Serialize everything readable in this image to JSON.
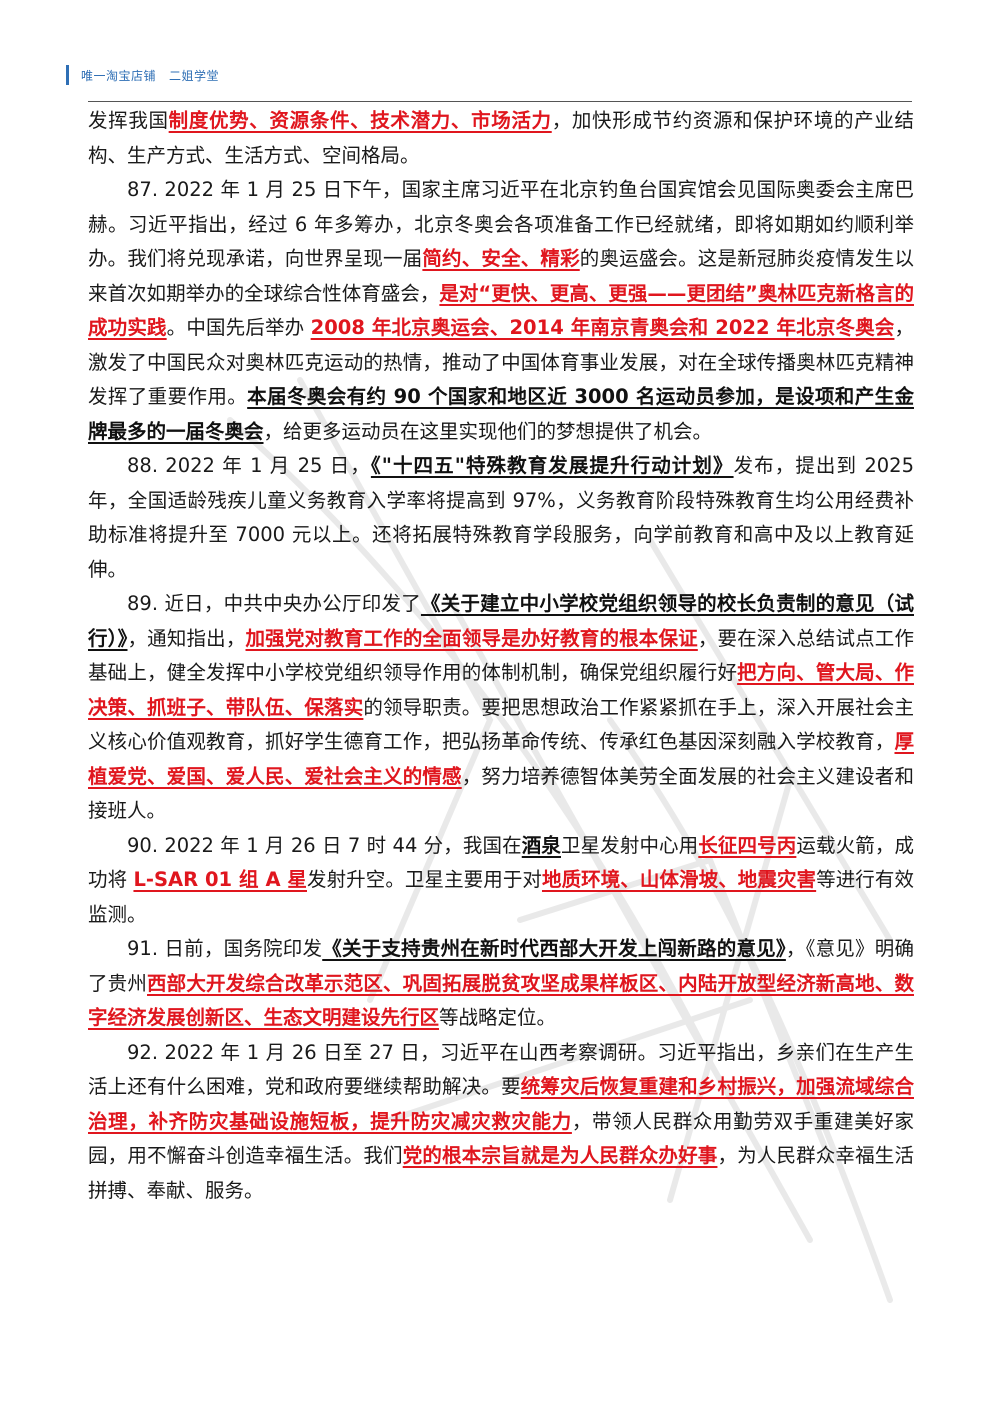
{
  "header": {
    "text": "唯一淘宝店铺   二姐学堂"
  },
  "colors": {
    "accent_blue": "#2f6fb5",
    "emphasis_red": "#e0161e",
    "text": "#1a1a1a"
  },
  "paragraphs": [
    {
      "indent": false,
      "runs": [
        {
          "t": "发挥我国"
        },
        {
          "t": "制度优势、资源条件、技术潜力、市场活力",
          "s": "r"
        },
        {
          "t": "，加快形成节约资源和保护环境的产业结构、生产方式、生活方式、空间格局。"
        }
      ]
    },
    {
      "indent": true,
      "runs": [
        {
          "t": "87. 2022 年 1 月 25 日下午，国家主席习近平在北京钓鱼台国宾馆会见国际奥委会主席巴赫。习近平指出，经过 6 年多筹办，北京冬奥会各项准备工作已经就绪，即将如期如约顺利举办。我们将兑现承诺，向世界呈现一届"
        },
        {
          "t": "简约、安全、精彩",
          "s": "r"
        },
        {
          "t": "的奥运盛会。这是新冠肺炎疫情发生以来首次如期举办的全球综合性体育盛会，"
        },
        {
          "t": "是对“更快、更高、更强——更团结”奥林匹克新格言的成功实践",
          "s": "r"
        },
        {
          "t": "。中国先后举办 "
        },
        {
          "t": "2008 年北京奥运会、2014 年南京青奥会和 2022 年北京冬奥会",
          "s": "r"
        },
        {
          "t": "，激发了中国民众对奥林匹克运动的热情，推动了中国体育事业发展，对在全球传播奥林匹克精神发挥了重要作用。"
        },
        {
          "t": "本届冬奥会有约 90 个国家和地区近 3000 名运动员参加，是设项和产生金牌最多的一届冬奥会",
          "s": "b"
        },
        {
          "t": "，给更多运动员在这里实现他们的梦想提供了机会。"
        }
      ]
    },
    {
      "indent": true,
      "runs": [
        {
          "t": "88. 2022 年 1 月 25 日，"
        },
        {
          "t": "《\"十四五\"特殊教育发展提升行动计划》",
          "s": "b"
        },
        {
          "t": "发布，提出到 2025 年，全国适龄残疾儿童义务教育入学率将提高到 97%，义务教育阶段特殊教育生均公用经费补助标准将提升至 7000 元以上。还将拓展特殊教育学段服务，向学前教育和高中及以上教育延伸。"
        }
      ]
    },
    {
      "indent": true,
      "runs": [
        {
          "t": "89. 近日，中共中央办公厅印发了"
        },
        {
          "t": "《关于建立中小学校党组织领导的校长负责制的意见（试行）》",
          "s": "b"
        },
        {
          "t": "，通知指出，"
        },
        {
          "t": "加强党对教育工作的全面领导是办好教育的根本保证",
          "s": "r"
        },
        {
          "t": "，要在深入总结试点工作基础上，健全发挥中小学校党组织领导作用的体制机制，确保党组织履行好"
        },
        {
          "t": "把方向、管大局、作决策、抓班子、带队伍、保落实",
          "s": "r"
        },
        {
          "t": "的领导职责。要把思想政治工作紧紧抓在手上，深入开展社会主义核心价值观教育，抓好学生德育工作，把弘扬革命传统、传承红色基因深刻融入学校教育，"
        },
        {
          "t": "厚植爱党、爱国、爱人民、爱社会主义的情感",
          "s": "r"
        },
        {
          "t": "，努力培养德智体美劳全面发展的社会主义建设者和接班人。"
        }
      ]
    },
    {
      "indent": true,
      "runs": [
        {
          "t": "90. 2022 年 1 月 26 日 7 时 44 分，我国在"
        },
        {
          "t": "酒泉",
          "s": "b"
        },
        {
          "t": "卫星发射中心用"
        },
        {
          "t": "长征四号丙",
          "s": "r"
        },
        {
          "t": "运载火箭，成功将 "
        },
        {
          "t": "L-SAR 01 组 A 星",
          "s": "r"
        },
        {
          "t": "发射升空。卫星主要用于对"
        },
        {
          "t": "地质环境、山体滑坡、地震灾害",
          "s": "r"
        },
        {
          "t": "等进行有效监测。"
        }
      ]
    },
    {
      "indent": true,
      "runs": [
        {
          "t": "91. 日前，国务院印发"
        },
        {
          "t": "《关于支持贵州在新时代西部大开发上闯新路的意见》",
          "s": "b"
        },
        {
          "t": "，《意见》明确了贵州"
        },
        {
          "t": "西部大开发综合改革示范区、巩固拓展脱贫攻坚成果样板区、内陆开放型经济新高地、数字经济发展创新区、生态文明建设先行区",
          "s": "r"
        },
        {
          "t": "等战略定位。"
        }
      ]
    },
    {
      "indent": true,
      "runs": [
        {
          "t": "92. 2022 年 1 月 26 日至 27 日，习近平在山西考察调研。习近平指出，乡亲们在生产生活上还有什么困难，党和政府要继续帮助解决。要"
        },
        {
          "t": "统筹灾后恢复重建和乡村振兴，加强流域综合治理，补齐防灾基础设施短板，提升防灾减灾救灾能力",
          "s": "r"
        },
        {
          "t": "，带领人民群众用勤劳双手重建美好家园，用不懈奋斗创造幸福生活。我们"
        },
        {
          "t": "党的根本宗旨就是为人民群众办好事",
          "s": "r"
        },
        {
          "t": "，为人民群众幸福生活拼搏、奉献、服务。"
        }
      ]
    }
  ]
}
